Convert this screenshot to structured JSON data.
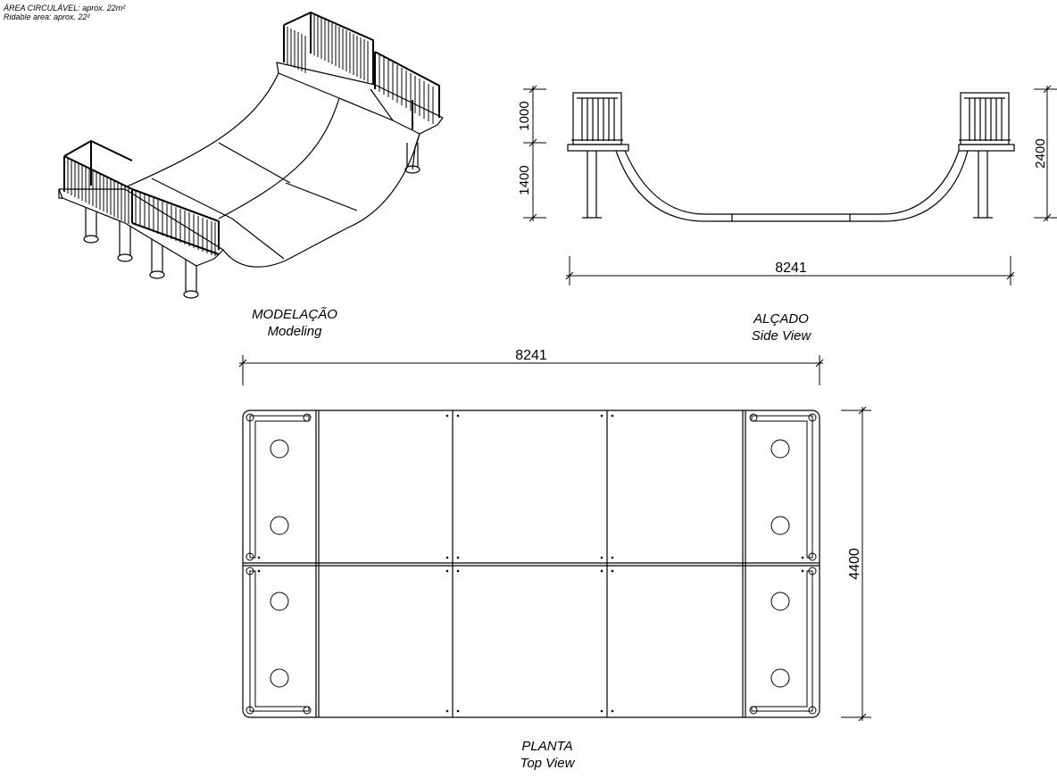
{
  "area_note": {
    "pt": "ÁREA CIRCULÁVEL:  aprox. 22m²",
    "en": "Ridable area: aprox. 22²"
  },
  "modeling": {
    "caption_pt": "MODELAÇÃO",
    "caption_en": "Modeling"
  },
  "side_view": {
    "caption_pt": "ALÇADO",
    "caption_en": "Side View",
    "dim_upper": "1000",
    "dim_lower": "1400",
    "dim_total_height": "2400",
    "dim_length": "8241"
  },
  "top_view": {
    "caption_pt": "PLANTA",
    "caption_en": "Top View",
    "dim_length": "8241",
    "dim_width": "4400"
  }
}
